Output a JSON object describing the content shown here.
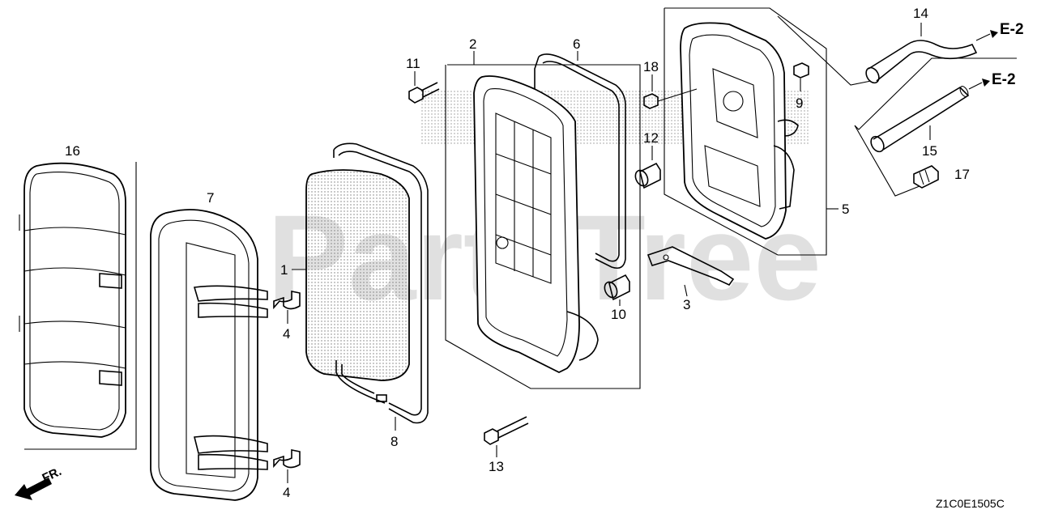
{
  "watermark": "PartsTree",
  "diagram_code": "Z1C0E1505C",
  "front_label": "FR.",
  "references": [
    {
      "id": "e2-upper",
      "label": "E-2"
    },
    {
      "id": "e2-lower",
      "label": "E-2"
    }
  ],
  "callouts": {
    "c1": "1",
    "c2": "2",
    "c3": "3",
    "c4a": "4",
    "c4b": "4",
    "c5": "5",
    "c6": "6",
    "c7": "7",
    "c8": "8",
    "c9": "9",
    "c10": "10",
    "c11": "11",
    "c12": "12",
    "c13": "13",
    "c14": "14",
    "c15": "15",
    "c16": "16",
    "c17": "17",
    "c18": "18"
  }
}
